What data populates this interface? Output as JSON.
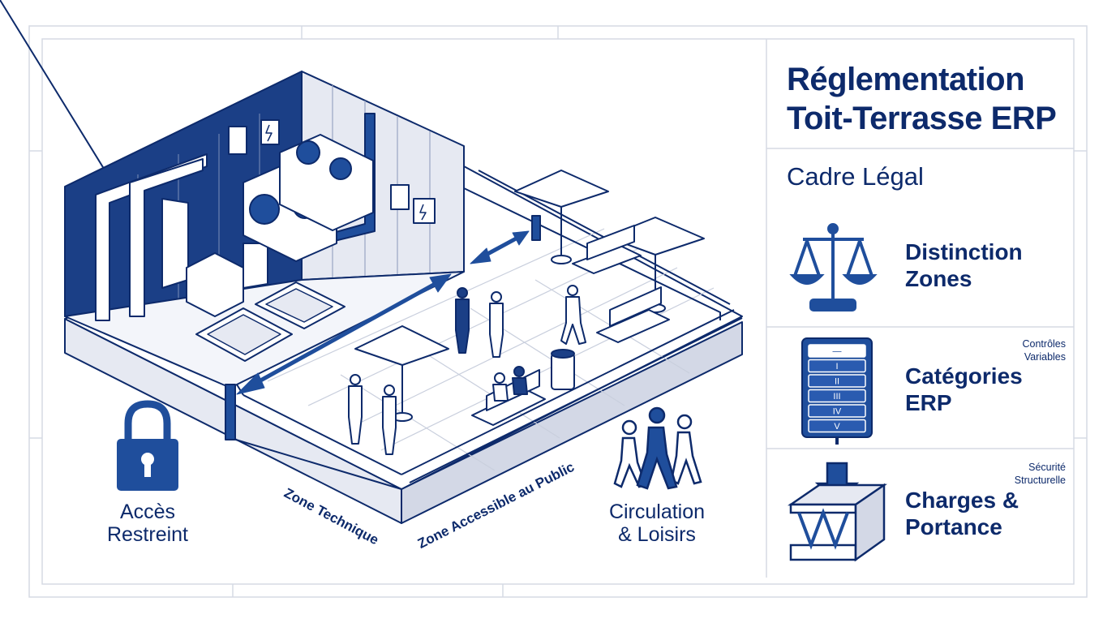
{
  "title_line1": "Réglementation",
  "title_line2": "Toit-Terrasse ERP",
  "subtitle": "Cadre Légal",
  "cards": [
    {
      "title_line1": "Distinction",
      "title_line2": "Zones",
      "note_line1": "",
      "note_line2": "",
      "icon": "scales-icon"
    },
    {
      "title_line1": "Catégories",
      "title_line2": "ERP",
      "note_line1": "Contrôles",
      "note_line2": "Variables",
      "icon": "category-panel-icon"
    },
    {
      "title_line1": "Charges &",
      "title_line2": "Portance",
      "note_line1": "Sécurité",
      "note_line2": "Structurelle",
      "icon": "load-beam-icon"
    }
  ],
  "category_levels": [
    "—",
    "I",
    "II",
    "III",
    "IV",
    "V"
  ],
  "restricted": {
    "line1": "Accès",
    "line2": "Restreint",
    "icon": "padlock-icon"
  },
  "circulation": {
    "line1": "Circulation",
    "line2": "& Loisirs",
    "icon": "walking-people-icon"
  },
  "zones": {
    "technical": "Zone Technique",
    "public": "Zone Accessible au Public"
  },
  "colors": {
    "navy": "#0d2a6b",
    "blue": "#1f4e9c",
    "light": "#e6e9f2",
    "line": "#cfd5e3"
  }
}
